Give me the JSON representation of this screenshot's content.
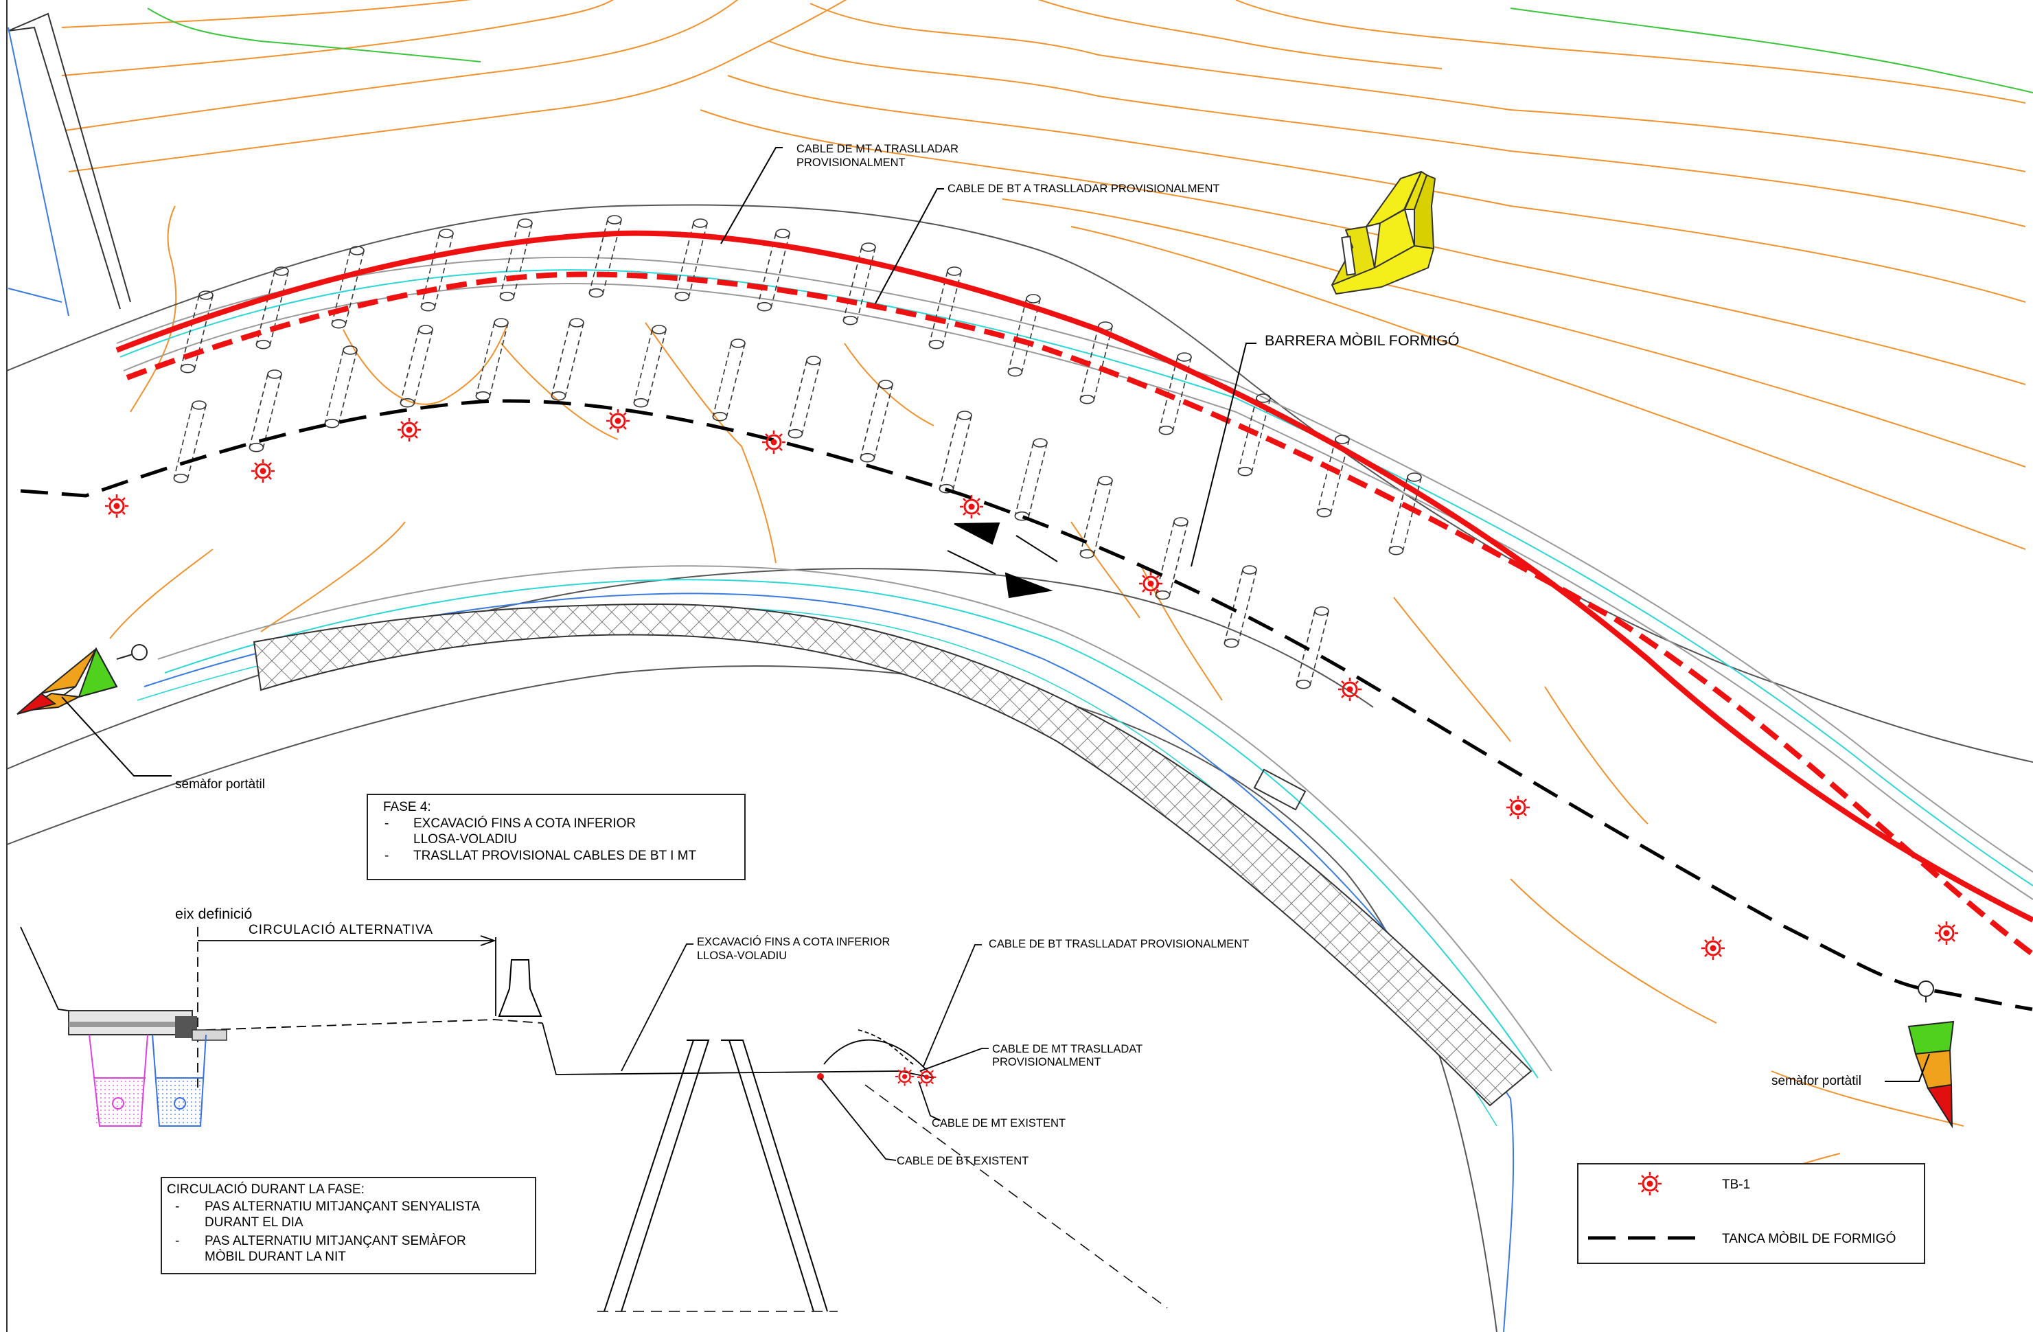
{
  "colors": {
    "mt_cable": "#ee1111",
    "barrier": "#000000",
    "contour": "#f0922e",
    "cyan": "#2ed6d6",
    "blue": "#3a7be0",
    "green": "#3cc43c",
    "road_edge": "#9a9a9a",
    "hatch": "#555555",
    "barrier_yellow": "#f4ee1a",
    "signal_green": "#4fd11e",
    "signal_orange": "#f0a21c",
    "signal_red": "#e01010",
    "trench_magenta": "#e040e0",
    "trench_blue": "#3a70e6"
  },
  "icons": {
    "legend_symbol": "tb1-beacon-icon",
    "barrier_block": "concrete-barrier-icon",
    "traffic_signal": "portable-traffic-light-icon",
    "direction": "two-way-arrow-icon"
  },
  "callouts": {
    "cable_mt_line1": "CABLE DE MT A TRASLLADAR",
    "cable_mt_line2": "PROVISIONALMENT",
    "cable_bt": "CABLE DE BT A TRASLLADAR PROVISIONALMENT",
    "barrera": "BARRERA MÒBIL FORMIGÓ",
    "semafor_left": "semàfor portàtil",
    "semafor_right": "semàfor portàtil"
  },
  "fase_box": {
    "title": "FASE 4:",
    "dash1": "-",
    "item1_line1": "EXCAVACIÓ FINS A COTA INFERIOR",
    "item1_line2": "LLOSA-VOLADIU",
    "dash2": "-",
    "item2": "TRASLLAT PROVISIONAL CABLES DE BT I MT"
  },
  "section": {
    "eix": "eix definició",
    "circulacio": "CIRCULACIÓ  ALTERNATIVA",
    "excavacio_line1": "EXCAVACIÓ FINS A COTA INFERIOR",
    "excavacio_line2": "LLOSA-VOLADIU",
    "bt_trasllat": "CABLE DE BT TRASLLADAT PROVISIONALMENT",
    "mt_trasllat_line1": "CABLE DE MT TRASLLADAT",
    "mt_trasllat_line2": "PROVISIONALMENT",
    "mt_existent": "CABLE DE MT EXISTENT",
    "bt_existent": "CABLE DE BT EXISTENT"
  },
  "circ_box": {
    "title": "CIRCULACIÓ DURANT LA FASE:",
    "dash1": "-",
    "item1_line1": "PAS ALTERNATIU MITJANÇANT SENYALISTA",
    "item1_line2": "DURANT EL DIA",
    "dash2": "-",
    "item2_line1": "PAS ALTERNATIU MITJANÇANT SEMÀFOR",
    "item2_line2": "MÒBIL  DURANT LA NIT"
  },
  "legend": {
    "tb1": "TB-1",
    "tanca": "TANCA MÒBIL DE FORMIGÓ"
  }
}
